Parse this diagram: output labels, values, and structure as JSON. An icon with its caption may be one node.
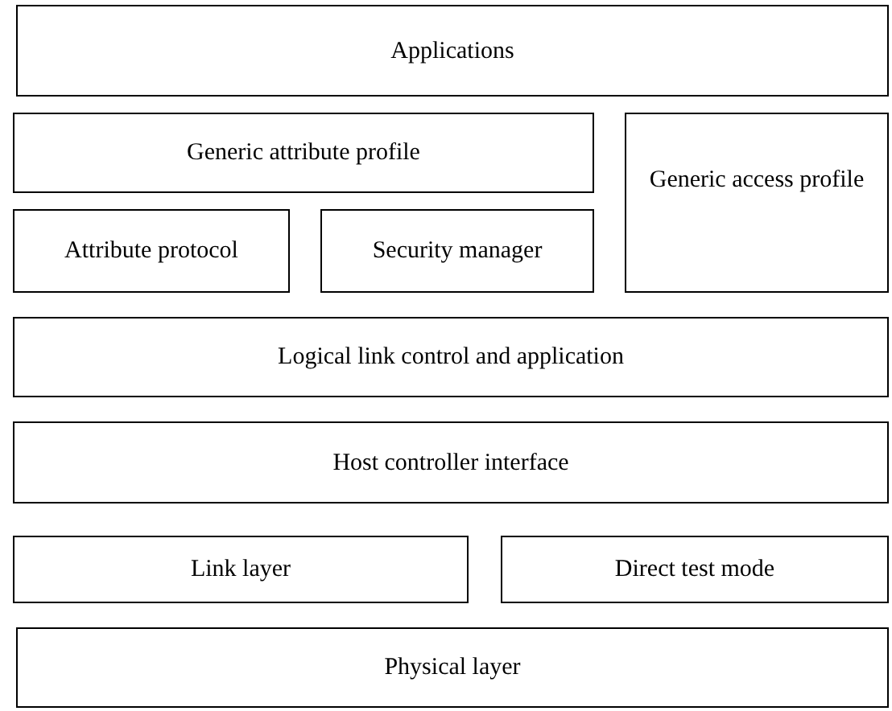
{
  "diagram": {
    "nodes": [
      {
        "text": [
          "Applications"
        ]
      },
      {
        "text": [
          "Generic attribute profile"
        ]
      },
      {
        "text": [
          "Generic access profile"
        ]
      },
      {
        "text": [
          "Attribute protocol"
        ]
      },
      {
        "text": [
          "Security manager"
        ]
      },
      {
        "text": [
          "Logical link control and application"
        ]
      },
      {
        "text": [
          "Host controller interface"
        ]
      },
      {
        "text": [
          "Link layer"
        ]
      },
      {
        "text": [
          "Direct test mode"
        ]
      },
      {
        "text": [
          "Physical layer"
        ]
      }
    ]
  }
}
